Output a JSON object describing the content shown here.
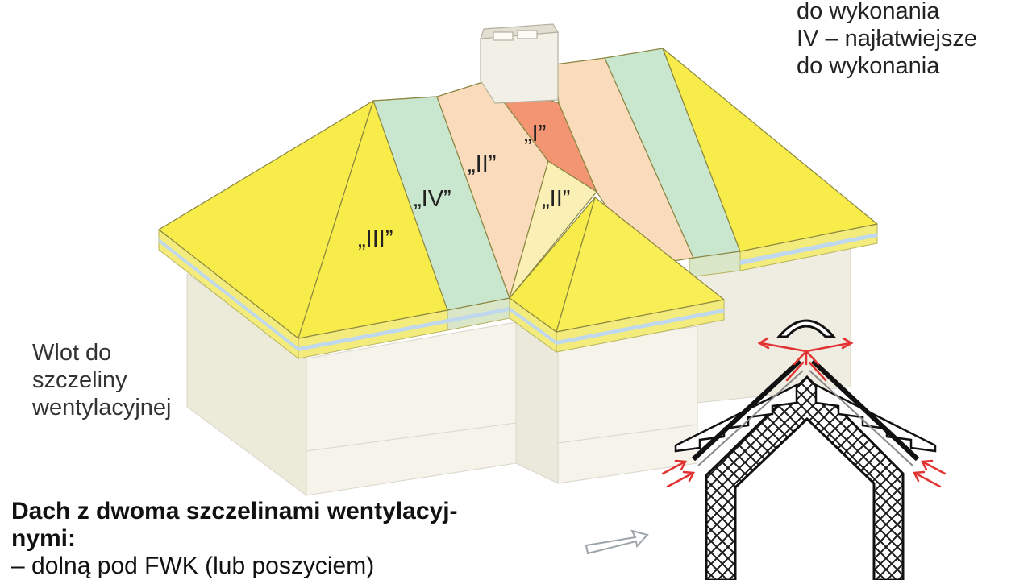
{
  "legend": {
    "lines": [
      "do wykonania",
      "IV – najłatwiejsze",
      "do wykonania"
    ]
  },
  "zones": {
    "I": "„I”",
    "II_left": "„II”",
    "II_valley": "„II”",
    "III": "„III”",
    "IV": "„IV”"
  },
  "inlet_label": {
    "lines": [
      "Wlot do",
      "szczeliny",
      "wentylacyjnej"
    ]
  },
  "caption": {
    "title_line1": "Dach z dwoma szczelinami wentylacyj-",
    "title_line2": "nymi:",
    "item1": "– dolną pod FWK (lub poszyciem)"
  },
  "colors": {
    "yellow": "#f7ec4a",
    "green": "#c9e6cf",
    "peach": "#fadcbc",
    "orange": "#f39573",
    "wall": "#f3f1e8",
    "arrow_red": "#e23232"
  }
}
